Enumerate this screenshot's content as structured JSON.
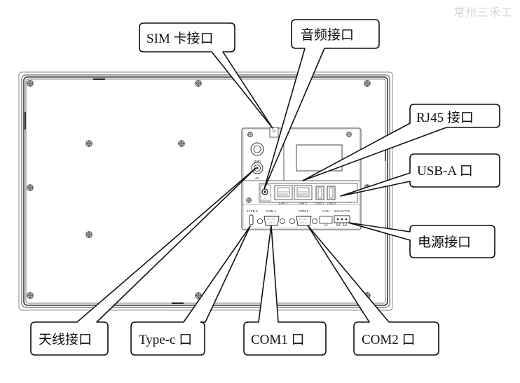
{
  "watermark": "常州三禾工",
  "device": {
    "description": "Panel rear view",
    "port_labels": {
      "wifi": "WIFI",
      "4g": "4G",
      "lan1": "LAN 1",
      "lan2": "LAN 2",
      "usb1": "USB 1",
      "usb2": "USB 2",
      "typec": "TYPE C",
      "com1": "COM 1",
      "com2": "COM 2",
      "can": "CAN",
      "power": "24V 0V FG"
    }
  },
  "callouts": {
    "sim": "SIM 卡接口",
    "audio": "音频接口",
    "rj45": "RJ45 接口",
    "usba": "USB-A 口",
    "power": "电源接口",
    "antenna": "天线接口",
    "typec": "Type-c 口",
    "com1": "COM1 口",
    "com2": "COM2 口"
  }
}
